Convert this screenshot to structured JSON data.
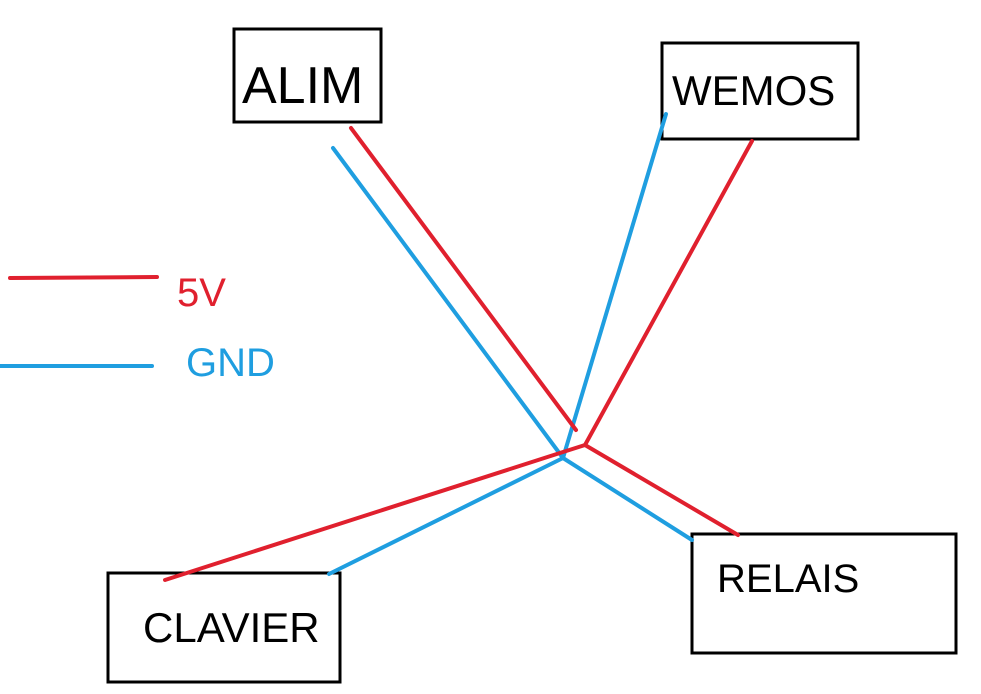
{
  "colors": {
    "power": "#e0202e",
    "ground": "#1f9ee0",
    "box_border": "#000000",
    "background": "#ffffff"
  },
  "legend": {
    "power_label": "5V",
    "ground_label": "GND"
  },
  "components": {
    "alim": "ALIM",
    "wemos": "WEMOS",
    "relais": "RELAIS",
    "clavier": "CLAVIER"
  }
}
